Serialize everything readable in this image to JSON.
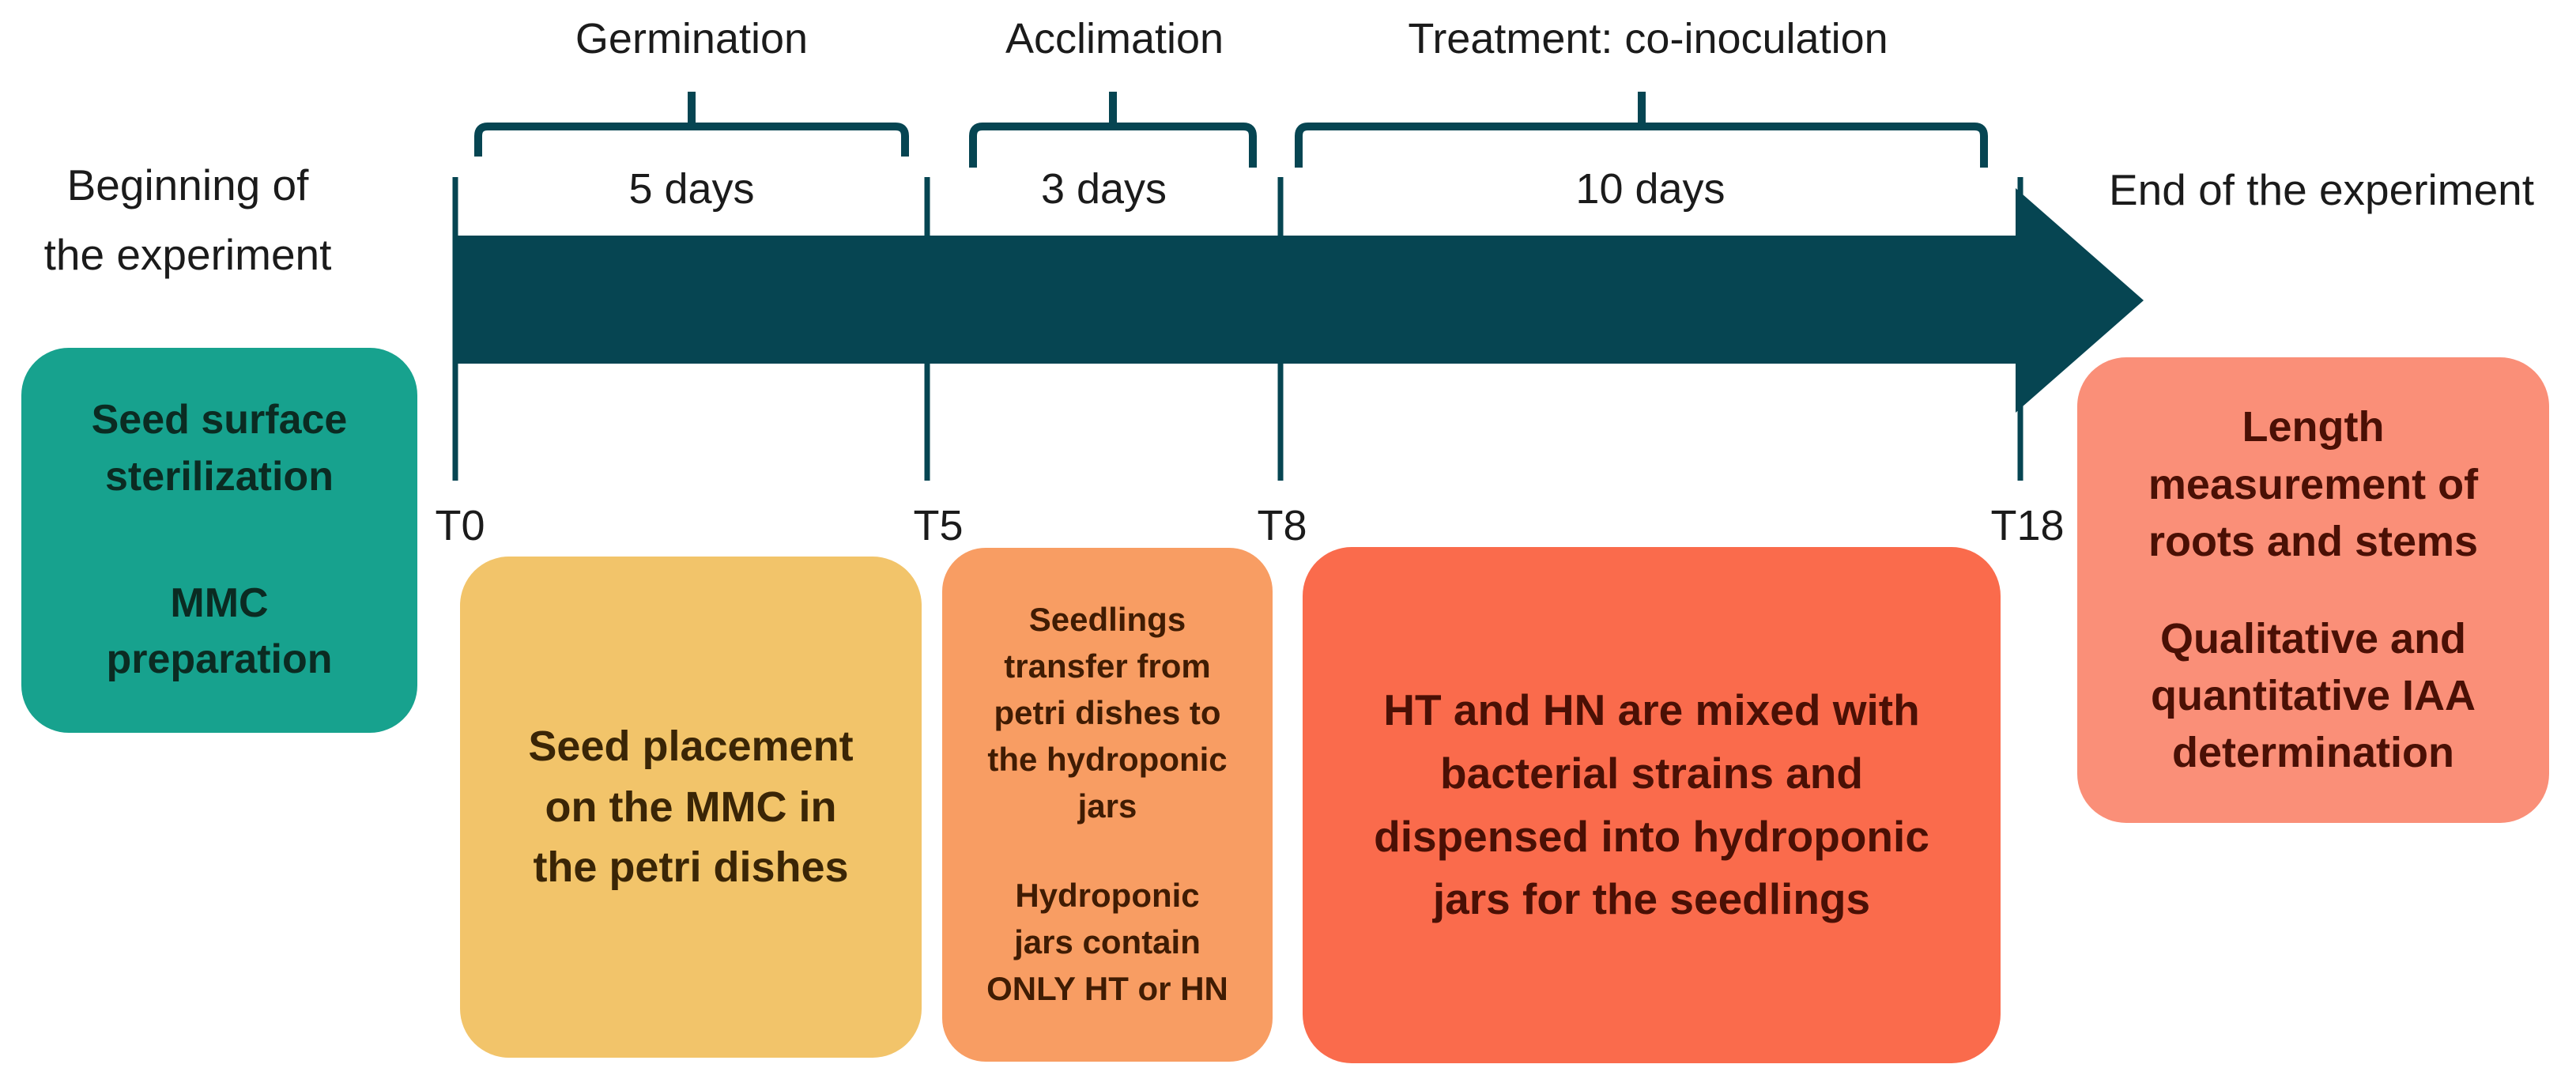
{
  "colors": {
    "ink": "#064552",
    "label_text": "#1b1b1b",
    "box_start_bg": "#17a28e",
    "box_start_text": "#0b2b22",
    "box_germination_bg": "#f2c46a",
    "box_germination_text": "#3a2506",
    "box_acclimation_bg": "#f89d63",
    "box_acclimation_text": "#401c03",
    "box_treatment_bg": "#fa6b4c",
    "box_treatment_text": "#4a1005",
    "box_end_bg": "#fa8f78",
    "box_end_text": "#4a1005"
  },
  "timeline": {
    "start_label": "Beginning of\nthe experiment",
    "end_label": "End of the experiment",
    "phases": [
      {
        "label": "Germination",
        "duration": "5 days"
      },
      {
        "label": "Acclimation",
        "duration": "3 days"
      },
      {
        "label": "Treatment: co-inoculation",
        "duration": "10 days"
      }
    ],
    "ticks": [
      "T0",
      "T5",
      "T8",
      "T18"
    ]
  },
  "boxes": {
    "start": {
      "p1": "Seed surface\nsterilization",
      "p2": "MMC\npreparation"
    },
    "germination": {
      "p1": "Seed placement\non the MMC in\nthe petri dishes"
    },
    "acclimation": {
      "p1": "Seedlings\ntransfer from\npetri dishes to\nthe hydroponic\njars",
      "p2": "Hydroponic\njars contain\nONLY HT or HN"
    },
    "treatment": {
      "p1": "HT and HN are mixed with\nbacterial strains and\ndispensed into hydroponic\njars for the seedlings"
    },
    "end": {
      "p1": "Length\nmeasurement of\nroots and stems",
      "p2": "Qualitative and\nquantitative IAA\ndetermination"
    }
  }
}
